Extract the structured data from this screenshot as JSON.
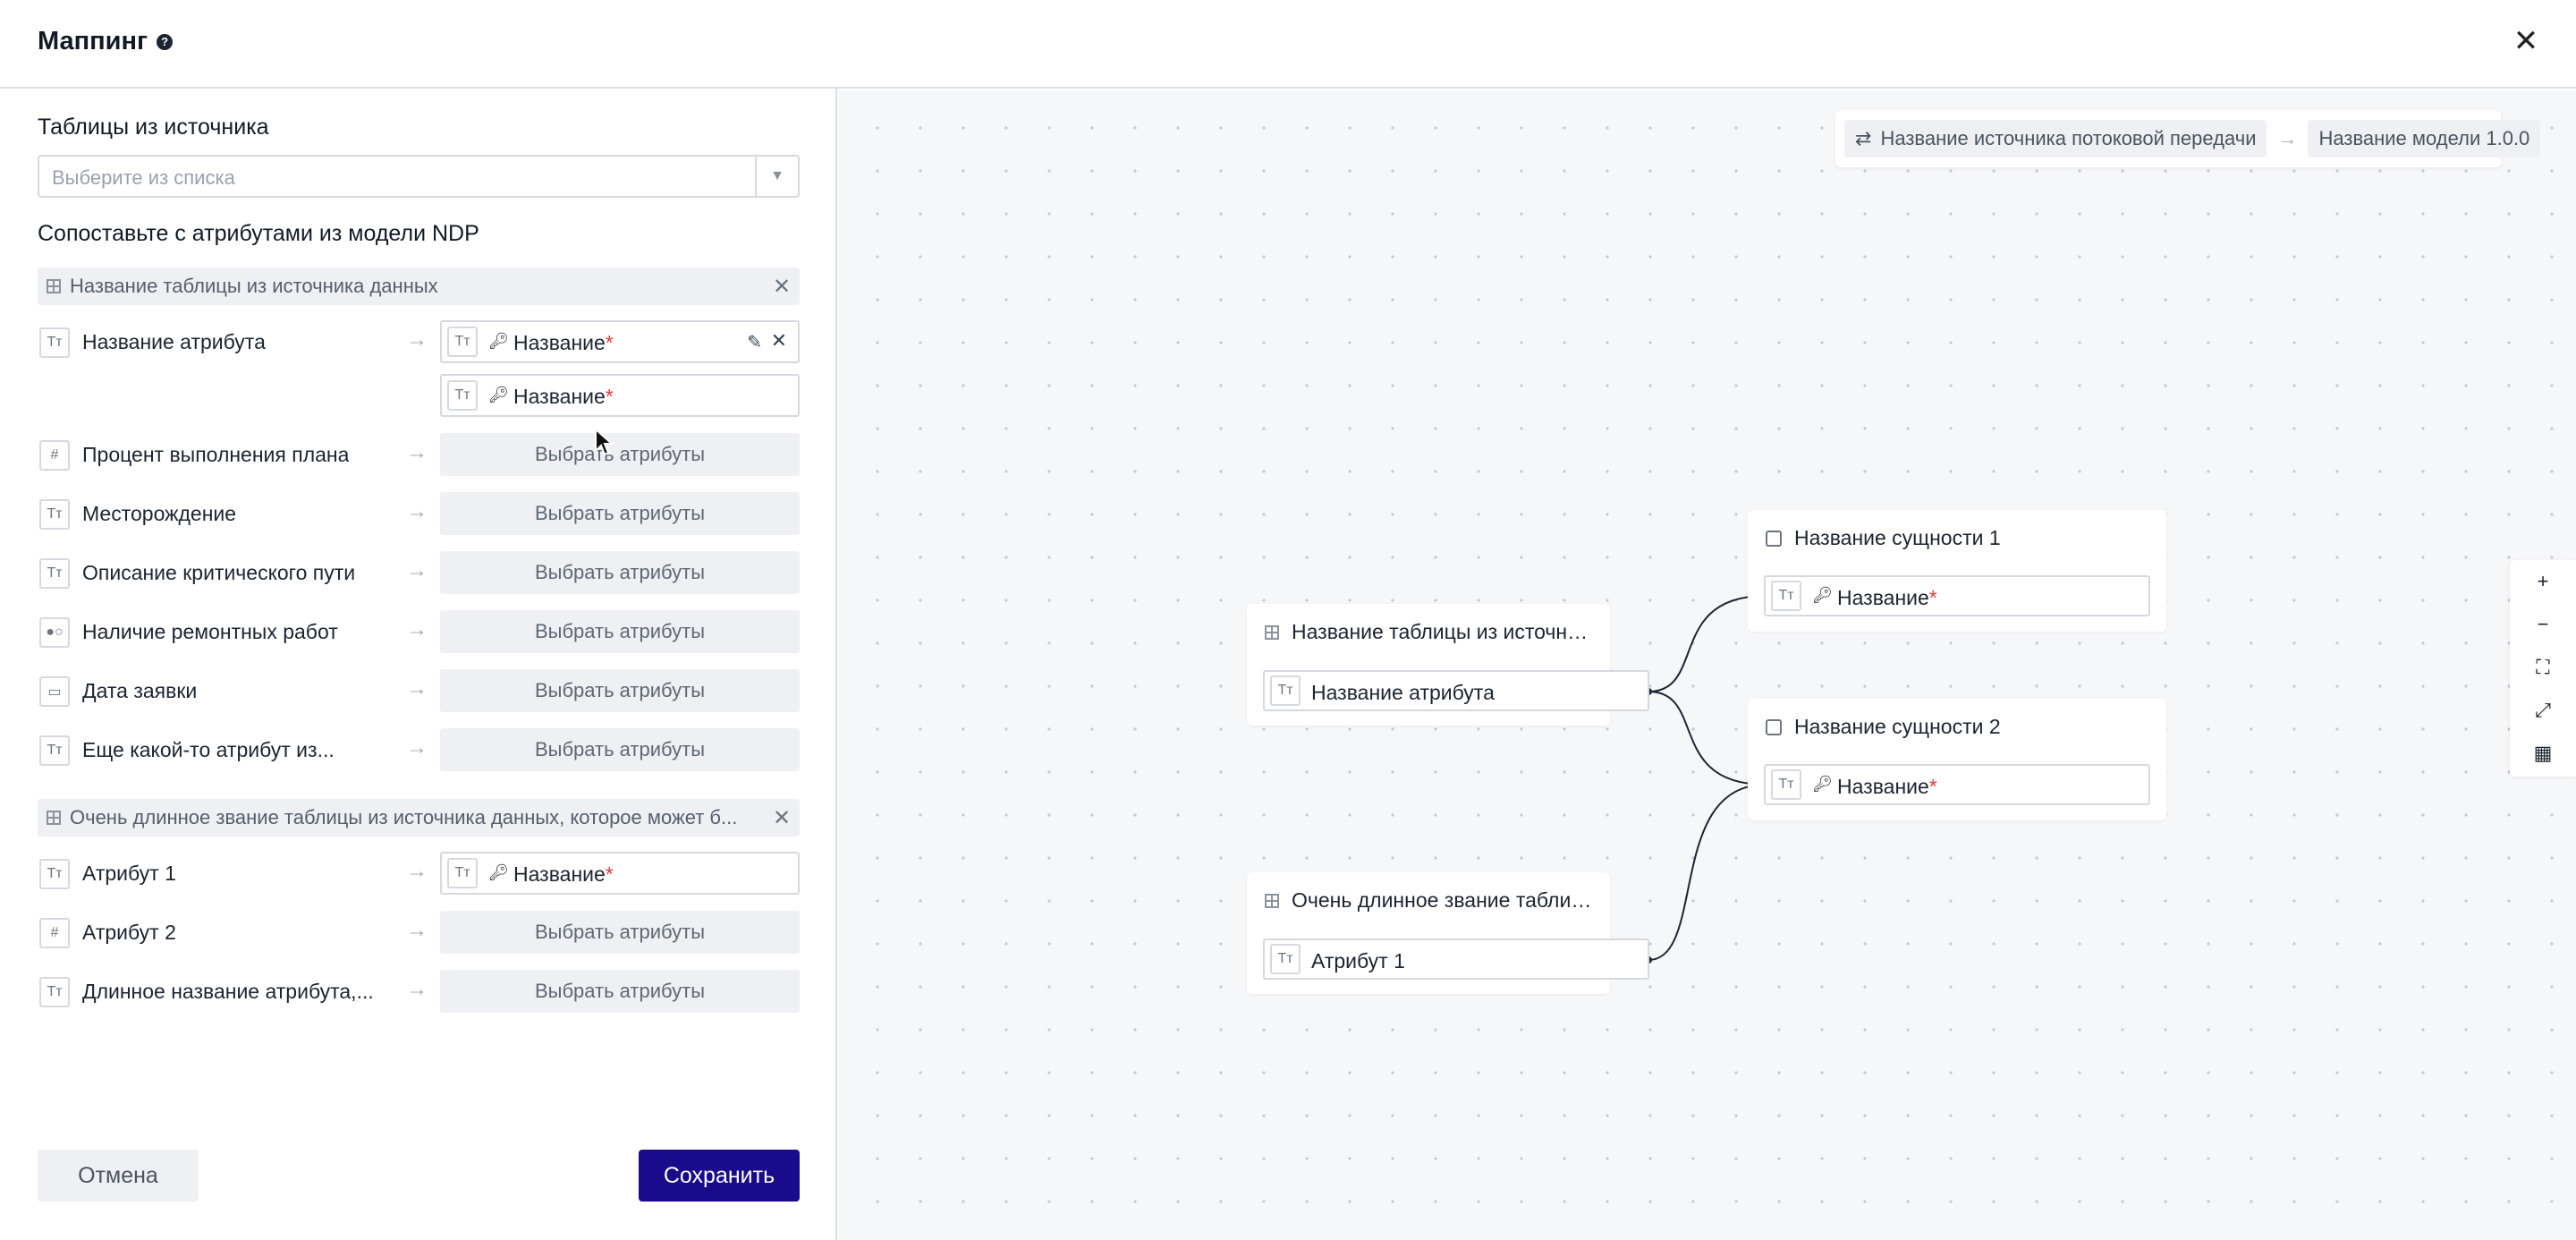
{
  "header": {
    "title": "Маппинг",
    "help_icon": "question-circle-icon",
    "close_icon": "close-icon"
  },
  "source": {
    "label": "Таблицы из источника",
    "placeholder": "Выберите из списка"
  },
  "mapping": {
    "label": "Сопоставьте с атрибутами из модели NDP",
    "groups": [
      {
        "title": "Название таблицы из источника данных",
        "rows": [
          {
            "type": "Tт",
            "label": "Название атрибута",
            "mapped": [
              {
                "type": "Tт",
                "name": "Название",
                "req": "*"
              },
              {
                "type": "Tт",
                "name": "Название",
                "req": "*"
              }
            ]
          },
          {
            "type": "#",
            "label": "Процент выполнения плана",
            "button": "Выбрать атрибуты"
          },
          {
            "type": "Tт",
            "label": "Месторождение",
            "button": "Выбрать атрибуты"
          },
          {
            "type": "Tт",
            "label": "Описание критического пути",
            "button": "Выбрать атрибуты"
          },
          {
            "type": "●○",
            "label": "Наличие ремонтных работ",
            "button": "Выбрать атрибуты"
          },
          {
            "type": "▭",
            "label": "Дата заявки",
            "button": "Выбрать атрибуты"
          },
          {
            "type": "Tт",
            "label": "Еще какой-то атрибут из...",
            "button": "Выбрать атрибуты"
          }
        ]
      },
      {
        "title": "Очень длинное звание таблицы из источника данных, которое может б...",
        "rows": [
          {
            "type": "Tт",
            "label": "Атрибут 1",
            "mapped": [
              {
                "type": "Tт",
                "name": "Название",
                "req": "*"
              }
            ]
          },
          {
            "type": "#",
            "label": "Атрибут 2",
            "button": "Выбрать атрибуты"
          },
          {
            "type": "Tт",
            "label": "Длинное название атрибута,...",
            "button": "Выбрать атрибуты"
          }
        ]
      }
    ]
  },
  "footer": {
    "cancel": "Отмена",
    "save": "Сохранить"
  },
  "canvas": {
    "breadcrumb": {
      "source": "Название источника потоковой передачи",
      "model": "Название модели 1.0.0"
    },
    "nodes": {
      "table1": {
        "title": "Название таблицы из источника дан...",
        "field": "Название атрибута",
        "type": "Tт"
      },
      "table2": {
        "title": "Очень длинное звание таблицы из...",
        "field": "Атрибут 1",
        "type": "Tт"
      },
      "entity1": {
        "title": "Название сущности 1",
        "field": "Название",
        "req": "*",
        "type": "Tт"
      },
      "entity2": {
        "title": "Название сущности 2",
        "field": "Название",
        "req": "*",
        "type": "Tт"
      }
    },
    "zoom_controls": [
      "+",
      "−",
      "fit-view-icon",
      "expand-icon",
      "map-icon"
    ]
  },
  "colors": {
    "primary": "#1a0a8c",
    "required": "#e03a3a",
    "canvas_bg": "#f6f7f8"
  }
}
